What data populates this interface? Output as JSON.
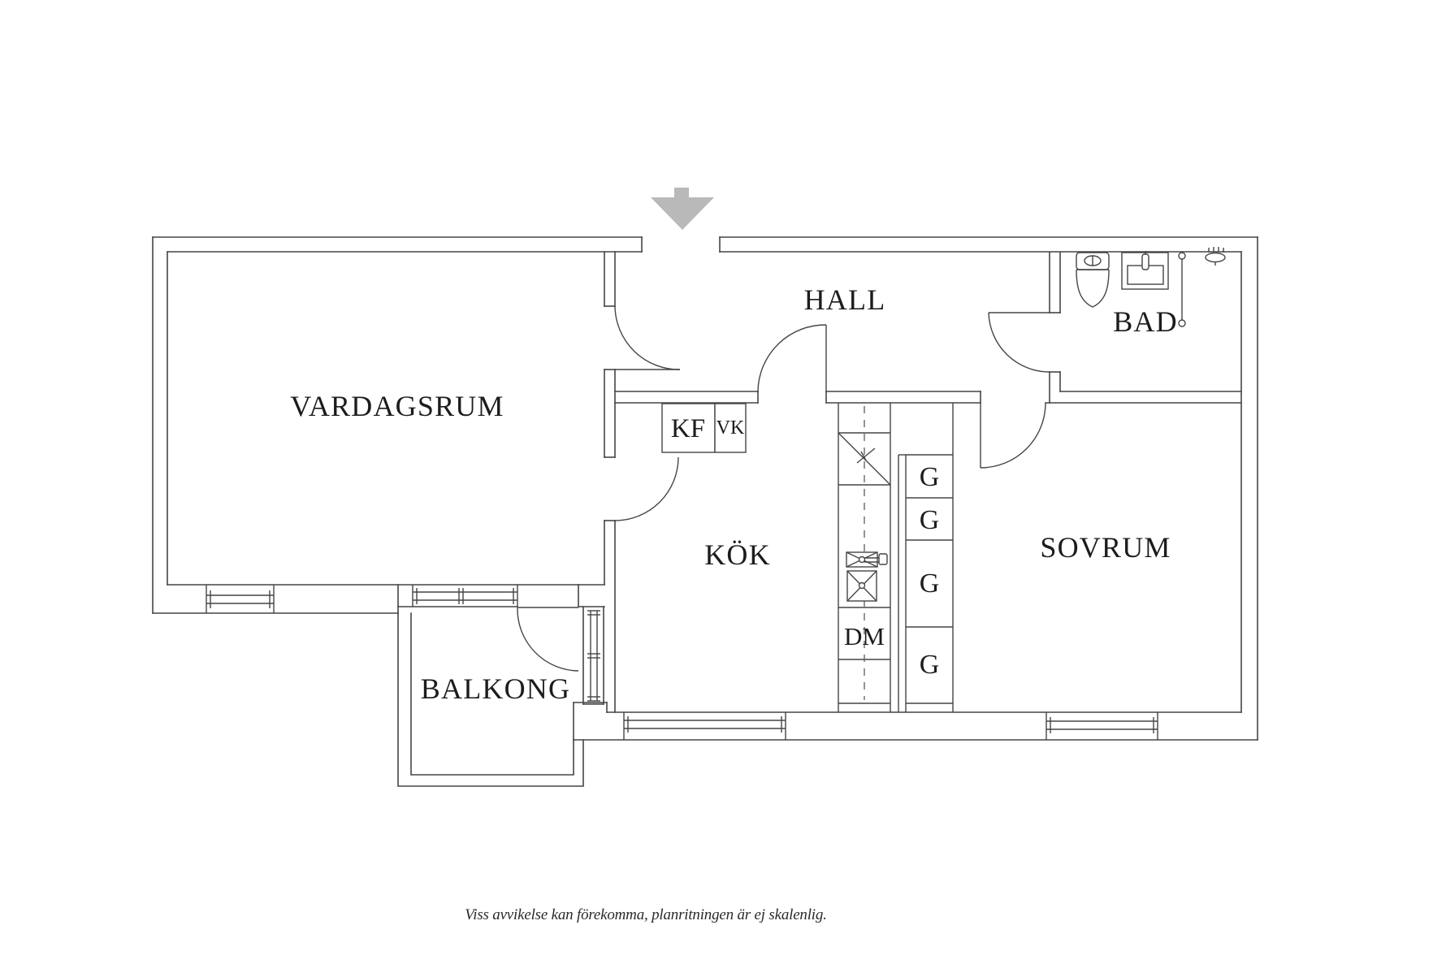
{
  "canvas": {
    "background": "#ffffff",
    "line_color": "#454545",
    "label_color": "#1c1c1c",
    "arrow_color": "#b9b9b9"
  },
  "rooms": {
    "vardagsrum": {
      "label": "VARDAGSRUM"
    },
    "hall": {
      "label": "HALL"
    },
    "bad": {
      "label": "BAD"
    },
    "kok": {
      "label": "KÖK"
    },
    "sovrum": {
      "label": "SOVRUM"
    },
    "balkong": {
      "label": "BALKONG"
    }
  },
  "cabinets": {
    "fridge_freezer_label": "KF",
    "vk_label": "VK",
    "dishwasher_label": "DM",
    "wardrobe_labels": [
      "G",
      "G",
      "G",
      "G"
    ]
  },
  "footer": {
    "disclaimer": "Viss avvikelse kan förekomma, planritningen är ej skalenlig."
  }
}
